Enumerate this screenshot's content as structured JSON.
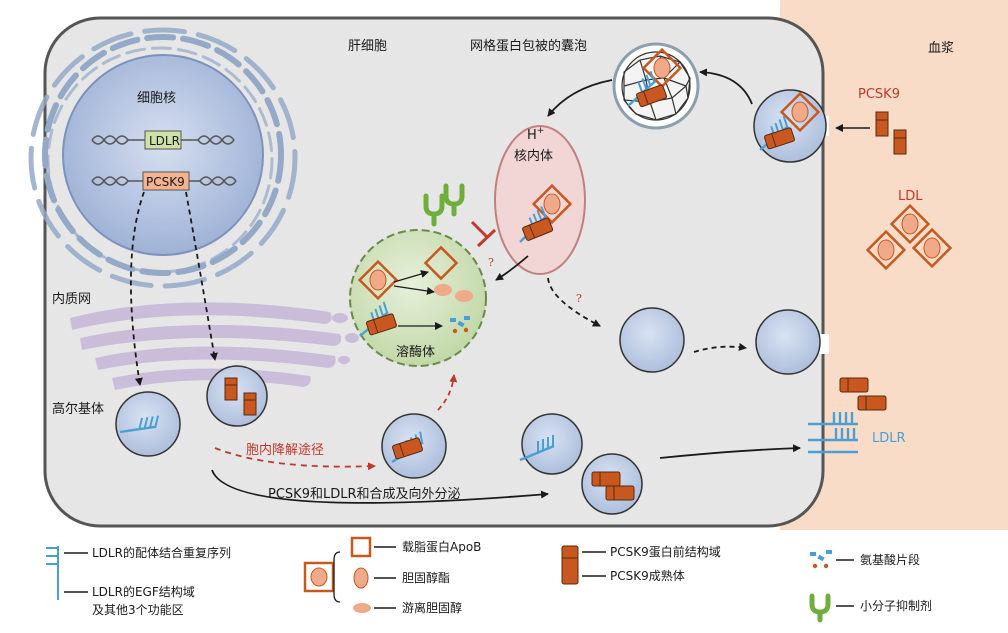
{
  "labels": {
    "hepatocyte": "肝细胞",
    "plasma": "血浆",
    "nucleus": "细胞核",
    "gene_ldlr": "LDLR",
    "gene_pcsk9": "PCSK9",
    "er": "内质网",
    "golgi": "高尔基体",
    "clathrin_vesicle": "网格蛋白包被的囊泡",
    "endosome_h": "H",
    "endosome_h_sup": "+",
    "endosome": "核内体",
    "lysosome": "溶酶体",
    "intracellular_path": "胞内降解途径",
    "secretion_path": "PCSK9和LDLR和合成及向外分泌",
    "plasma_pcsk9": "PCSK9",
    "plasma_ldl": "LDL",
    "plasma_ldlr": "LDLR",
    "question_mark": "?"
  },
  "legend": {
    "ldlr_ligand": "LDLR的配体结合重复序列",
    "ldlr_egf_1": "LDLR的EGF结构域",
    "ldlr_egf_2": "及其他3个功能区",
    "apob": "载脂蛋白ApoB",
    "cholesteryl_ester": "胆固醇酯",
    "free_cholesterol": "游离胆固醇",
    "pcsk9_pro": "PCSK9蛋白前结构域",
    "pcsk9_mature": "PCSK9成熟体",
    "amino_acid": "氨基酸片段",
    "small_molecule": "小分子抑制剂"
  },
  "colors": {
    "plasma_bg": "#f9dcc8",
    "cell_fill": "#e8e8e8",
    "cell_stroke": "#555555",
    "vesicle_fill": "#c6d2e6",
    "nucleus_fill": "#b8c6e0",
    "pcsk9_brown": "#c8581f",
    "ldlr_blue": "#4a9fd4",
    "lysosome_fill": "#d3e4c0",
    "endosome_fill": "#f2d5d5",
    "inhibitor_green": "#6fae3c",
    "red_arrow": "#c0392b"
  }
}
